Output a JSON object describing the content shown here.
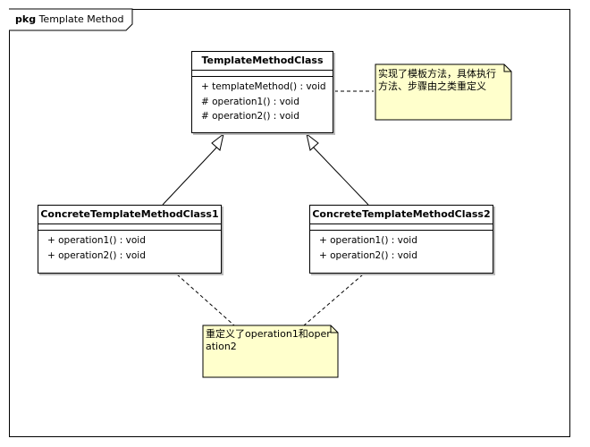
{
  "package": {
    "keyword": "pkg",
    "name": "Template Method"
  },
  "classes": {
    "abstract": {
      "name": "TemplateMethodClass",
      "operations": [
        "+ templateMethod() : void",
        "# operation1() : void",
        "# operation2() : void"
      ]
    },
    "concrete1": {
      "name": "ConcreteTemplateMethodClass1",
      "operations": [
        "+ operation1() : void",
        "+ operation2() : void"
      ]
    },
    "concrete2": {
      "name": "ConcreteTemplateMethodClass2",
      "operations": [
        "+ operation1() : void",
        "+ operation2() : void"
      ]
    }
  },
  "notes": {
    "top": "实现了模板方法，具体执行方法、步骤由之类重定义",
    "bottom": "重定义了operation1和operation2"
  },
  "colors": {
    "note_fill": "#ffffcc",
    "border": "#000000",
    "shadow": "#bbbbbb"
  }
}
